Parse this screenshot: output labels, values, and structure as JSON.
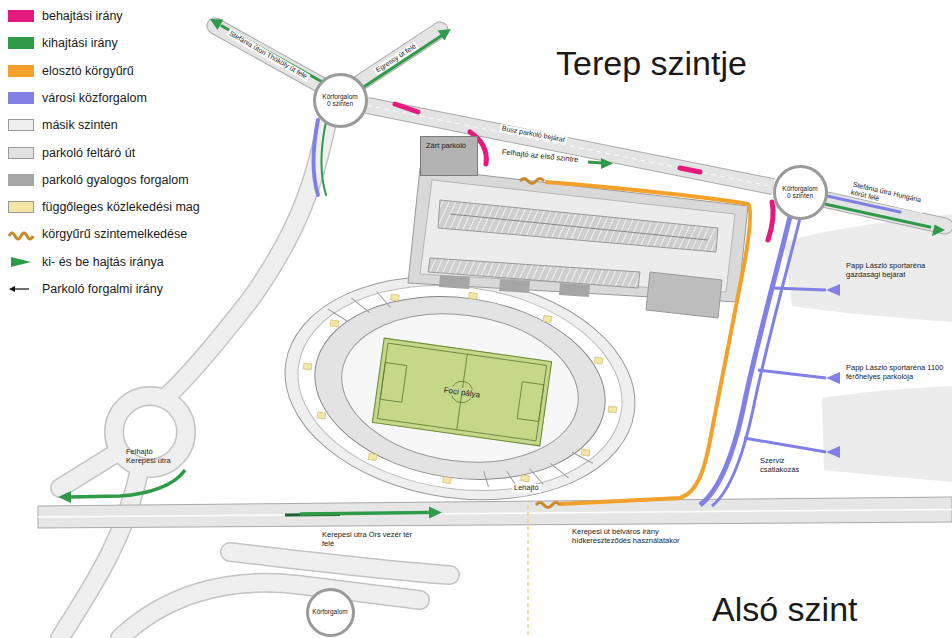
{
  "diagram": {
    "nodes": [
      {
        "text": [
          "Körforgalom 0 szinten"
        ]
      },
      {
        "text": [
          "Zárt parkoló"
        ]
      },
      {
        "text": [
          "Körforgalom 0 szinten"
        ]
      },
      {
        "text": [
          "Foci pálya"
        ]
      },
      {
        "text": [
          "Körforgalom"
        ]
      }
    ],
    "edges": [
      {
        "from": 0,
        "to": 2,
        "arrow": "none"
      }
    ],
    "labels": [
      "Terep szintje",
      "Stefánia úton Thököly út felé",
      "Egressy út felé",
      "Busz parkoló bejárat",
      "Felhajtó az első szintre",
      "Stefánia útra Hungária körút felé",
      "Papp László sportaréna gazdasági bejárat",
      "Papp László sportaréna 1100 férőhelyes parkolója",
      "Szerviz csatlakozás",
      "Lehajtó",
      "Felhajtó Kerepesi útra",
      "Kerepesi útra Örs vezér tér felé",
      "Kerepesi út belváros irány hídkereszteződés használatakor",
      "Alsó szint"
    ],
    "legend": [
      {
        "text": "behajtási irány",
        "color": "#e5197e"
      },
      {
        "text": "kihajtási irány",
        "color": "#2f9a48"
      },
      {
        "text": "elosztó körgyűrű",
        "color": "#f3a12a"
      },
      {
        "text": "városi közforgalom",
        "color": "#8080e6"
      },
      {
        "text": "másik szinten",
        "color": "#efefef"
      },
      {
        "text": "parkoló feltáró út",
        "color": "#e2e2e2"
      },
      {
        "text": "parkoló gyalogos forgalom",
        "color": "#a6a6a6"
      },
      {
        "text": "függőleges közlekedési mag",
        "color": "#f5e6a6"
      },
      {
        "text": "körgyűrű szintemelkedése"
      },
      {
        "text": "ki- és be hajtás iránya"
      },
      {
        "text": "Parkoló forgalmi irány"
      }
    ]
  }
}
